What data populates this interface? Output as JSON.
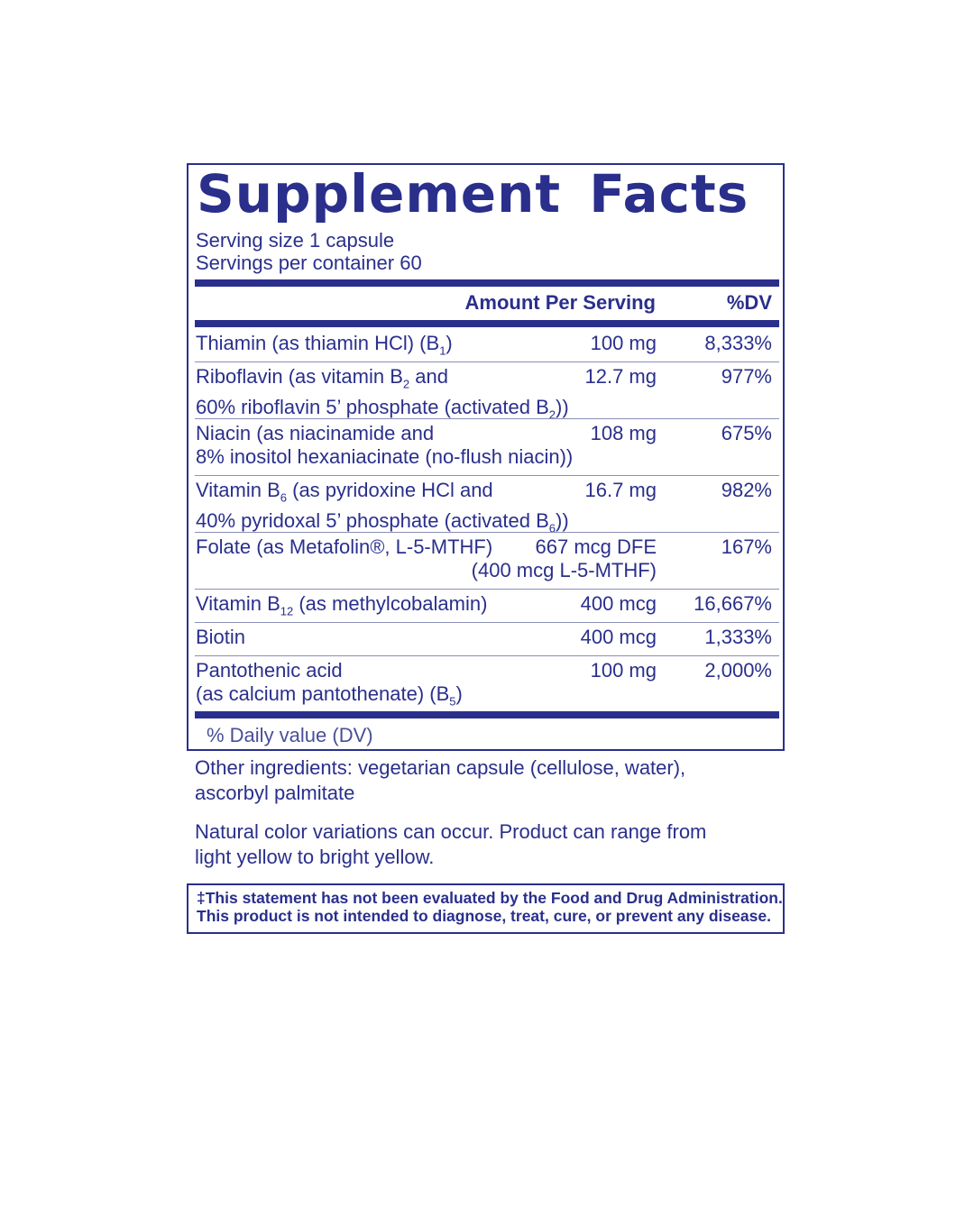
{
  "label": {
    "title": "Supplement Facts",
    "serving_size": "Serving size  1 capsule",
    "servings_per_container": "Servings per container  60",
    "col_amount": "Amount Per Serving",
    "col_dv": "%DV",
    "rows": [
      {
        "lines": [
          "Thiamin (as thiamin HCl) (B1)"
        ],
        "amount": "100 mg",
        "dv": "8,333%"
      },
      {
        "lines": [
          "Riboflavin (as vitamin B2 and",
          "60% riboflavin 5’ phosphate (activated B2))"
        ],
        "amount": "12.7 mg",
        "dv": "977%"
      },
      {
        "lines": [
          "Niacin (as niacinamide and",
          "8% inositol hexaniacinate (no-flush niacin))"
        ],
        "amount": "108 mg",
        "dv": "675%"
      },
      {
        "lines": [
          "Vitamin B6 (as pyridoxine HCl and",
          "40% pyridoxal 5’ phosphate (activated B6))"
        ],
        "amount": "16.7 mg",
        "dv": "982%"
      },
      {
        "lines": [
          "Folate (as Metafolin®, L-5-MTHF)"
        ],
        "amount": "667 mcg DFE",
        "amount_sub": "(400 mcg L-5-MTHF)",
        "dv": "167%"
      },
      {
        "lines": [
          "Vitamin B12 (as methylcobalamin)"
        ],
        "amount": "400 mcg",
        "dv": "16,667%"
      },
      {
        "lines": [
          "Biotin"
        ],
        "amount": "400 mcg",
        "dv": "1,333%"
      },
      {
        "lines": [
          "Pantothenic acid",
          "(as calcium pantothenate) (B5)"
        ],
        "amount": "100 mg",
        "dv": "2,000%"
      }
    ],
    "dv_note": "% Daily value (DV)"
  },
  "other_ingredients": [
    "Other ingredients: vegetarian capsule (cellulose, water),",
    "ascorbyl palmitate"
  ],
  "color_note": [
    "Natural color variations can occur. Product can range from",
    "light yellow to bright yellow."
  ],
  "disclaimer": [
    "‡This statement has not been evaluated by the Food and Drug Administration.",
    "This product is not intended to diagnose, treat, cure, or prevent any disease."
  ],
  "colors": {
    "ink": "#2a2f8c",
    "rule": "#8a8fb8",
    "background": "#ffffff"
  }
}
